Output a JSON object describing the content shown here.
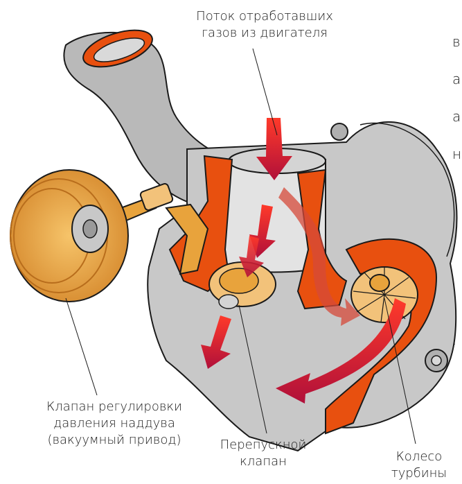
{
  "labels": {
    "exhaust_flow": [
      "Поток отработавших",
      "газов из двигателя"
    ],
    "boost_valve": [
      "Клапан регулировки",
      "давления наддува",
      "(вакуумный привод)"
    ],
    "bypass_valve": [
      "Перепускной",
      "клапан"
    ],
    "turbine_wheel": [
      "Колесо",
      "турбины"
    ]
  },
  "cut_text_left_edge": [
    "в",
    "а",
    "а",
    "н",
    "."
  ],
  "colors": {
    "casing": "#c8c8c8",
    "casing_dark": "#a6a6a6",
    "cut_section": "#e8500f",
    "arrow": "#e02020",
    "actuator": "#e8a33c",
    "wheel": "#f2c27a",
    "outline": "#1a1a1a"
  }
}
